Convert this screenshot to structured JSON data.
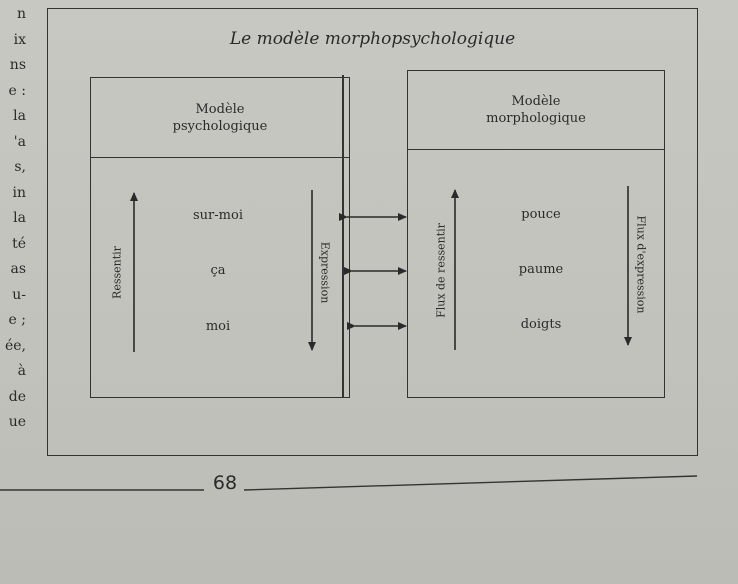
{
  "margin_fragments": [
    "n",
    "ix",
    "ns",
    "e :",
    "la",
    "'a",
    "s,",
    "in",
    "la",
    "té",
    "as",
    "u-",
    "e ;",
    "ée,",
    "à",
    "de",
    "ue"
  ],
  "diagram": {
    "title": "Le modèle morphopsychologique",
    "left_panel": {
      "header_line1": "Modèle",
      "header_line2": "psychologique",
      "items": [
        "sur-moi",
        "ça",
        "moi"
      ],
      "left_arrow_label": "Ressentir",
      "right_arrow_label": "Expression"
    },
    "right_panel": {
      "header_line1": "Modèle",
      "header_line2": "morphologique",
      "items": [
        "pouce",
        "paume",
        "doigts"
      ],
      "left_arrow_label": "Flux de ressentir",
      "right_arrow_label": "Flux d'expression"
    }
  },
  "page_number": "68"
}
